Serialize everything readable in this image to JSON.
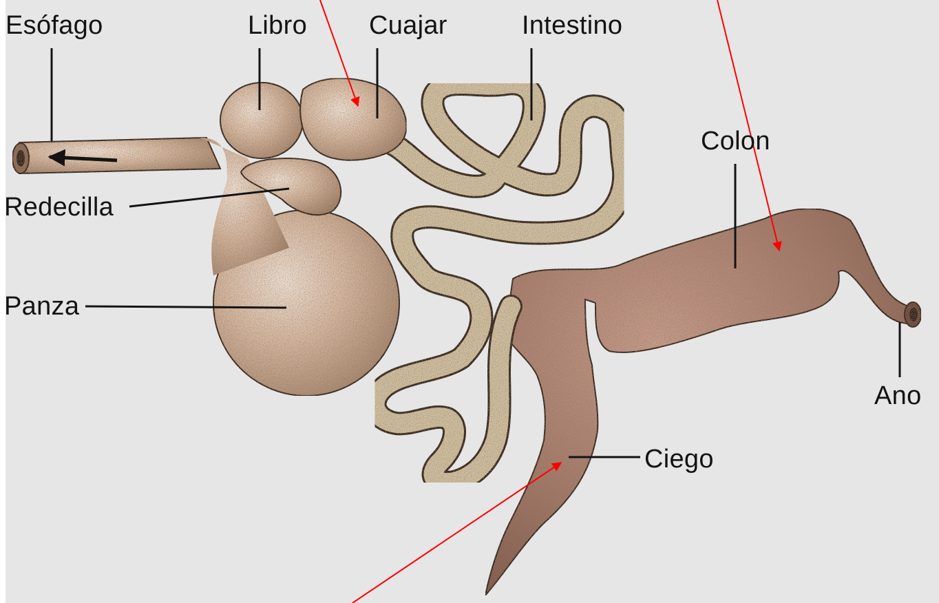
{
  "labels": {
    "esofago": "Esófago",
    "libro": "Libro",
    "cuajar": "Cuajar",
    "intestino": "Intestino",
    "colon": "Colon",
    "redecilla": "Redecilla",
    "panza": "Panza",
    "ano": "Ano",
    "ciego": "Ciego"
  },
  "colors": {
    "background": "#e6e6e6",
    "stomach": "#c9a78d",
    "intestine": "#d3c2a0",
    "colon": "#a67b6b",
    "annotation_arrow": "#ff0000",
    "leader_line": "#141414"
  }
}
